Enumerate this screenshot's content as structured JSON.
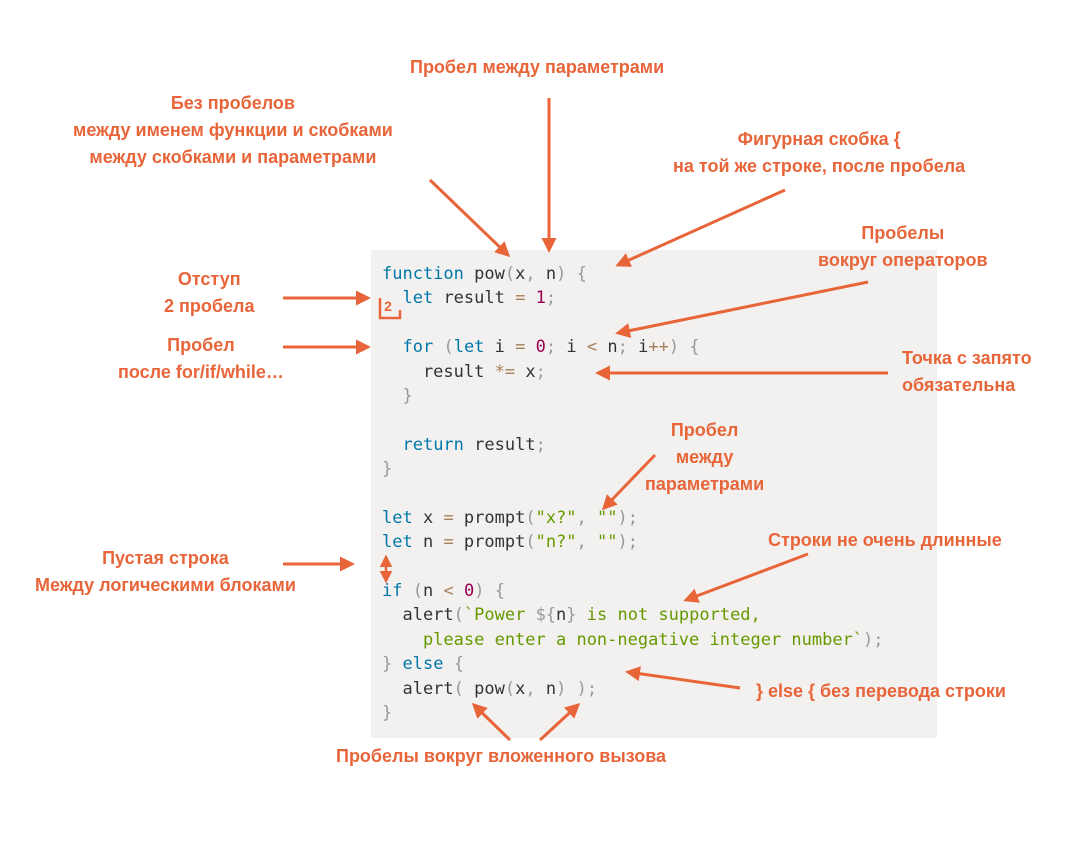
{
  "annotations": {
    "spaces_between_params": [
      "Пробел между параметрами"
    ],
    "no_spaces": [
      "Без пробелов",
      "между именем функции и скобками",
      "между скобками и параметрами"
    ],
    "curly_brace": [
      "Фигурная скобка {",
      "на той же строке, после пробела"
    ],
    "operator_spaces": [
      "Пробелы",
      "вокруг операторов"
    ],
    "indent": [
      "Отступ",
      "2 пробела"
    ],
    "space_after_for": [
      "Пробел",
      "после for/if/while…"
    ],
    "semicolon": [
      "Точка с запято",
      "обязательна"
    ],
    "args_spaces": [
      "Пробел",
      "между",
      "параметрами"
    ],
    "short_lines": [
      "Строки не очень длинные"
    ],
    "empty_line": [
      "Пустая строка",
      "Между логическими блоками"
    ],
    "else_same_line": [
      "} else { без перевода строки"
    ],
    "nested_call": [
      "Пробелы вокруг вложенного вызова"
    ]
  },
  "indent_marker": "2",
  "code_lines": [
    [
      {
        "t": "function",
        "c": "kw"
      },
      {
        "t": " pow"
      },
      {
        "t": "(",
        "c": "pun"
      },
      {
        "t": "x"
      },
      {
        "t": ",",
        "c": "pun"
      },
      {
        "t": " n"
      },
      {
        "t": ")",
        "c": "pun"
      },
      {
        "t": " "
      },
      {
        "t": "{",
        "c": "pun"
      }
    ],
    [
      {
        "t": "  "
      },
      {
        "t": "let",
        "c": "kw"
      },
      {
        "t": " result "
      },
      {
        "t": "=",
        "c": "op"
      },
      {
        "t": " "
      },
      {
        "t": "1",
        "c": "num"
      },
      {
        "t": ";",
        "c": "pun"
      }
    ],
    [],
    [
      {
        "t": "  "
      },
      {
        "t": "for",
        "c": "kw"
      },
      {
        "t": " "
      },
      {
        "t": "(",
        "c": "pun"
      },
      {
        "t": "let",
        "c": "kw"
      },
      {
        "t": " i "
      },
      {
        "t": "=",
        "c": "op"
      },
      {
        "t": " "
      },
      {
        "t": "0",
        "c": "num"
      },
      {
        "t": ";",
        "c": "pun"
      },
      {
        "t": " i "
      },
      {
        "t": "<",
        "c": "op"
      },
      {
        "t": " n"
      },
      {
        "t": ";",
        "c": "pun"
      },
      {
        "t": " i"
      },
      {
        "t": "++",
        "c": "op"
      },
      {
        "t": ")",
        "c": "pun"
      },
      {
        "t": " "
      },
      {
        "t": "{",
        "c": "pun"
      }
    ],
    [
      {
        "t": "    result "
      },
      {
        "t": "*=",
        "c": "op"
      },
      {
        "t": " x"
      },
      {
        "t": ";",
        "c": "pun"
      }
    ],
    [
      {
        "t": "  "
      },
      {
        "t": "}",
        "c": "pun"
      }
    ],
    [],
    [
      {
        "t": "  "
      },
      {
        "t": "return",
        "c": "kw"
      },
      {
        "t": " result"
      },
      {
        "t": ";",
        "c": "pun"
      }
    ],
    [
      {
        "t": "}",
        "c": "pun"
      }
    ],
    [],
    [
      {
        "t": "let",
        "c": "kw"
      },
      {
        "t": " x "
      },
      {
        "t": "=",
        "c": "op"
      },
      {
        "t": " prompt"
      },
      {
        "t": "(",
        "c": "pun"
      },
      {
        "t": "\"x?\"",
        "c": "str"
      },
      {
        "t": ",",
        "c": "pun"
      },
      {
        "t": " "
      },
      {
        "t": "\"\"",
        "c": "str"
      },
      {
        "t": ");",
        "c": "pun"
      }
    ],
    [
      {
        "t": "let",
        "c": "kw"
      },
      {
        "t": " n "
      },
      {
        "t": "=",
        "c": "op"
      },
      {
        "t": " prompt"
      },
      {
        "t": "(",
        "c": "pun"
      },
      {
        "t": "\"n?\"",
        "c": "str"
      },
      {
        "t": ",",
        "c": "pun"
      },
      {
        "t": " "
      },
      {
        "t": "\"\"",
        "c": "str"
      },
      {
        "t": ");",
        "c": "pun"
      }
    ],
    [],
    [
      {
        "t": "if",
        "c": "kw"
      },
      {
        "t": " "
      },
      {
        "t": "(",
        "c": "pun"
      },
      {
        "t": "n "
      },
      {
        "t": "<",
        "c": "op"
      },
      {
        "t": " "
      },
      {
        "t": "0",
        "c": "num"
      },
      {
        "t": ")",
        "c": "pun"
      },
      {
        "t": " "
      },
      {
        "t": "{",
        "c": "pun"
      }
    ],
    [
      {
        "t": "  alert"
      },
      {
        "t": "(",
        "c": "pun"
      },
      {
        "t": "`Power ",
        "c": "str"
      },
      {
        "t": "${",
        "c": "pun"
      },
      {
        "t": "n"
      },
      {
        "t": "}",
        "c": "pun"
      },
      {
        "t": " is not supported,",
        "c": "str"
      }
    ],
    [
      {
        "t": "    please enter a non-negative integer number`",
        "c": "str"
      },
      {
        "t": ");",
        "c": "pun"
      }
    ],
    [
      {
        "t": "}",
        "c": "pun"
      },
      {
        "t": " "
      },
      {
        "t": "else",
        "c": "kw"
      },
      {
        "t": " "
      },
      {
        "t": "{",
        "c": "pun"
      }
    ],
    [
      {
        "t": "  alert"
      },
      {
        "t": "(",
        "c": "pun"
      },
      {
        "t": " pow"
      },
      {
        "t": "(",
        "c": "pun"
      },
      {
        "t": "x"
      },
      {
        "t": ",",
        "c": "pun"
      },
      {
        "t": " n"
      },
      {
        "t": ")",
        "c": "pun"
      },
      {
        "t": " "
      },
      {
        "t": ");",
        "c": "pun"
      }
    ],
    [
      {
        "t": "}",
        "c": "pun"
      }
    ]
  ]
}
